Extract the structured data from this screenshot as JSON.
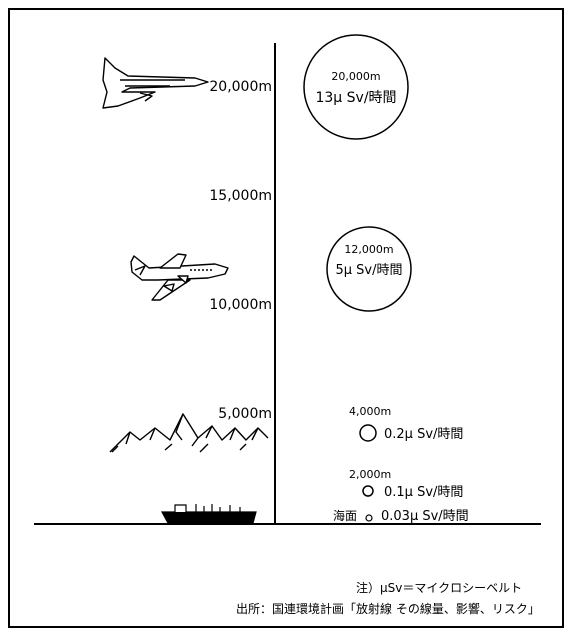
{
  "axis": {
    "ticks": [
      {
        "altitude": 20000,
        "label": "20,000m"
      },
      {
        "altitude": 15000,
        "label": "15,000m"
      },
      {
        "altitude": 10000,
        "label": "10,000m"
      },
      {
        "altitude": 5000,
        "label": "5,000m"
      }
    ]
  },
  "levels": [
    {
      "altitude": 20000,
      "altitude_label": "20,000m",
      "dose": "13μ Sv/時間",
      "dose_value": 13
    },
    {
      "altitude": 12000,
      "altitude_label": "12,000m",
      "dose": "5μ Sv/時間",
      "dose_value": 5
    },
    {
      "altitude": 4000,
      "altitude_label": "4,000m",
      "dose": "0.2μ Sv/時間",
      "dose_value": 0.2
    },
    {
      "altitude": 2000,
      "altitude_label": "2,000m",
      "dose": "0.1μ Sv/時間",
      "dose_value": 0.1
    },
    {
      "altitude": 0,
      "altitude_label": "海面",
      "dose": "0.03μ Sv/時間",
      "dose_value": 0.03
    }
  ],
  "footer": {
    "note": "注）μSv＝マイクロシーベルト",
    "source": "出所：国連環境計画「放射線 その線量、影響、リスク」"
  },
  "icons": [
    "supersonic-jet-icon",
    "airliner-icon",
    "mountains-icon",
    "ship-icon"
  ]
}
